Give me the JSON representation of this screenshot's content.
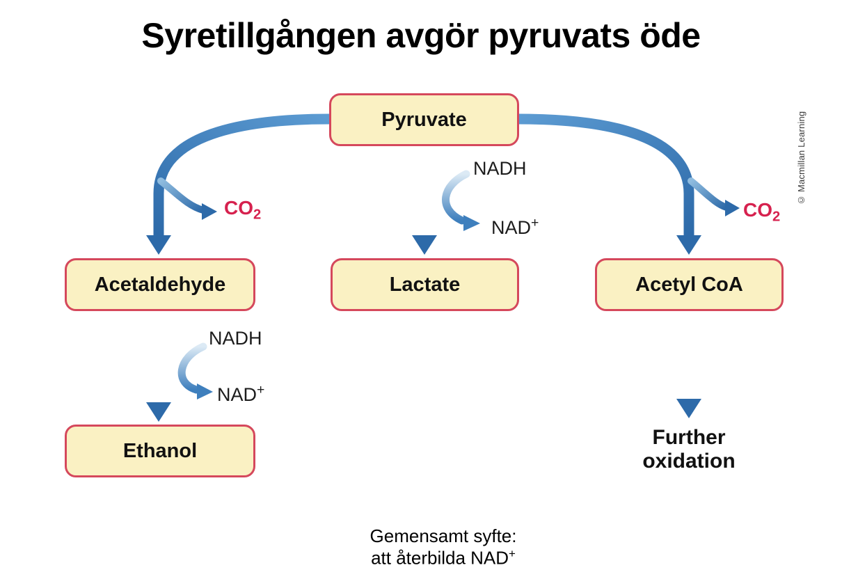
{
  "title": "Syretillgången avgör pyruvats öde",
  "credit": "© Macmillan Learning",
  "nodes": {
    "pyruvate": "Pyruvate",
    "acetaldehyde": "Acetaldehyde",
    "lactate": "Lactate",
    "acetyl_coa": "Acetyl CoA",
    "ethanol": "Ethanol",
    "further_oxidation": "Further oxidation"
  },
  "labels": {
    "co2_main": "CO",
    "co2_sub": "2",
    "nadh": "NADH",
    "nad_main": "NAD",
    "nad_sup": "+"
  },
  "edges": [
    {
      "from": "Pyruvate",
      "to": "Acetaldehyde",
      "releases": "CO2"
    },
    {
      "from": "Pyruvate",
      "to": "Lactate",
      "cofactor": "NADH → NAD+"
    },
    {
      "from": "Pyruvate",
      "to": "Acetyl CoA",
      "releases": "CO2"
    },
    {
      "from": "Acetaldehyde",
      "to": "Ethanol",
      "cofactor": "NADH → NAD+"
    },
    {
      "from": "Acetyl CoA",
      "to": "Further oxidation"
    }
  ],
  "footer": {
    "line1": "Gemensamt syfte:",
    "line2_main": "att återbilda NAD",
    "line2_sup": "+"
  },
  "colors": {
    "box_fill": "#FAF1C3",
    "box_border": "#D5485C",
    "arrow_dark": "#2D6AA9",
    "arrow_light": "#5C9BD2",
    "nadh_fade": "#DCEAF5",
    "co2_red": "#D6214E"
  }
}
